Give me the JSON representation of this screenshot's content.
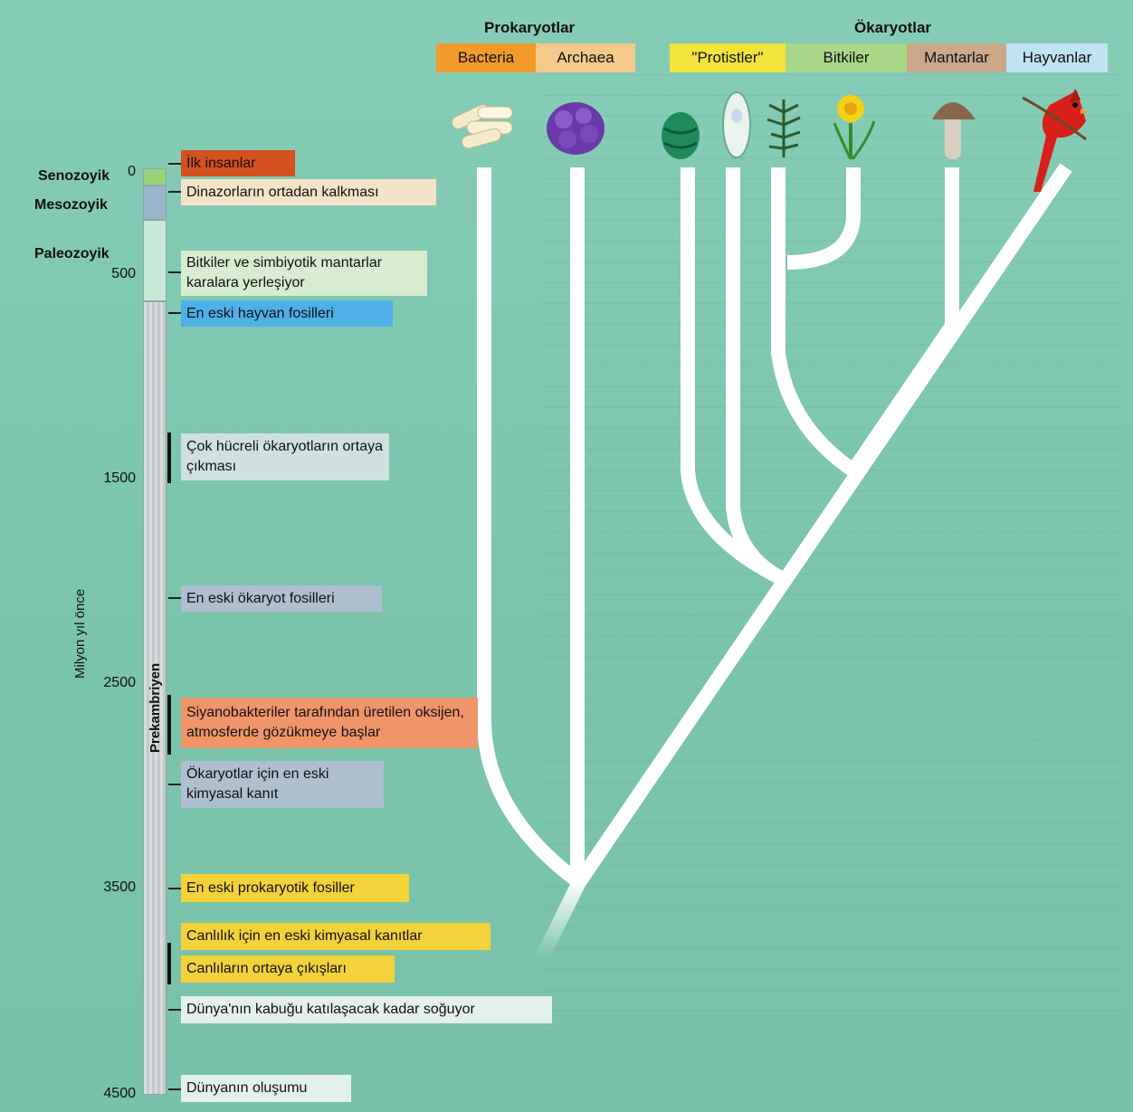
{
  "groups": {
    "prokaryotes": "Prokaryotlar",
    "eukaryotes": "Ökaryotlar"
  },
  "taxa": [
    {
      "label": "Bacteria",
      "color": "#f29b2a",
      "icon": "bacteria-icon"
    },
    {
      "label": "Archaea",
      "color": "#f5c98a",
      "icon": "archaea-icon"
    },
    {
      "label": "\"Protistler\"",
      "color": "#f2e43a",
      "icon": "protist-icon"
    },
    {
      "label": "Bitkiler",
      "color": "#a8d888",
      "icon": "plant-icon"
    },
    {
      "label": "Mantarlar",
      "color": "#c9a98a",
      "icon": "mushroom-icon"
    },
    {
      "label": "Hayvanlar",
      "color": "#bfe3f2",
      "icon": "cardinal-bird-icon"
    }
  ],
  "eras": {
    "cenozoic": "Senozoyik",
    "mesozoic": "Mesozoyik",
    "paleozoic": "Paleozoyik",
    "precambrian": "Prekambriyen"
  },
  "axis": {
    "title": "Milyon yıl önce",
    "ticks": [
      "0",
      "500",
      "1500",
      "2500",
      "3500",
      "4500"
    ]
  },
  "events": [
    {
      "text": "İlk insanlar",
      "color": "#d4501e"
    },
    {
      "text": "Dinazorların ortadan kalkması",
      "color": "#f3e3c8"
    },
    {
      "text": "Bitkiler ve simbiyotik mantarlar karalara yerleşiyor",
      "color": "#d8ecd0"
    },
    {
      "text": "En eski hayvan fosilleri",
      "color": "#4fb0e8"
    },
    {
      "text": "Çok hücreli ökaryotların ortaya çıkması",
      "color": "#cfe0e0"
    },
    {
      "text": "En eski ökaryot fosilleri",
      "color": "#aebfcf"
    },
    {
      "text": "Siyanobakteriler tarafından üretilen oksijen, atmosferde gözükmeye başlar",
      "color": "#f0956a"
    },
    {
      "text": "Ökaryotlar için en eski kimyasal kanıt",
      "color": "#aebfcf"
    },
    {
      "text": "En eski prokaryotik fosiller",
      "color": "#f4d23a"
    },
    {
      "text": "Canlılık için en eski kimyasal kanıtlar",
      "color": "#f4d23a"
    },
    {
      "text": "Canlıların ortaya çıkışları",
      "color": "#f4d23a"
    },
    {
      "text": "Dünya'nın kabuğu katılaşacak kadar soğuyor",
      "color": "#e4f0ec"
    },
    {
      "text": "Dünyanın oluşumu",
      "color": "#e4f0ec"
    }
  ]
}
